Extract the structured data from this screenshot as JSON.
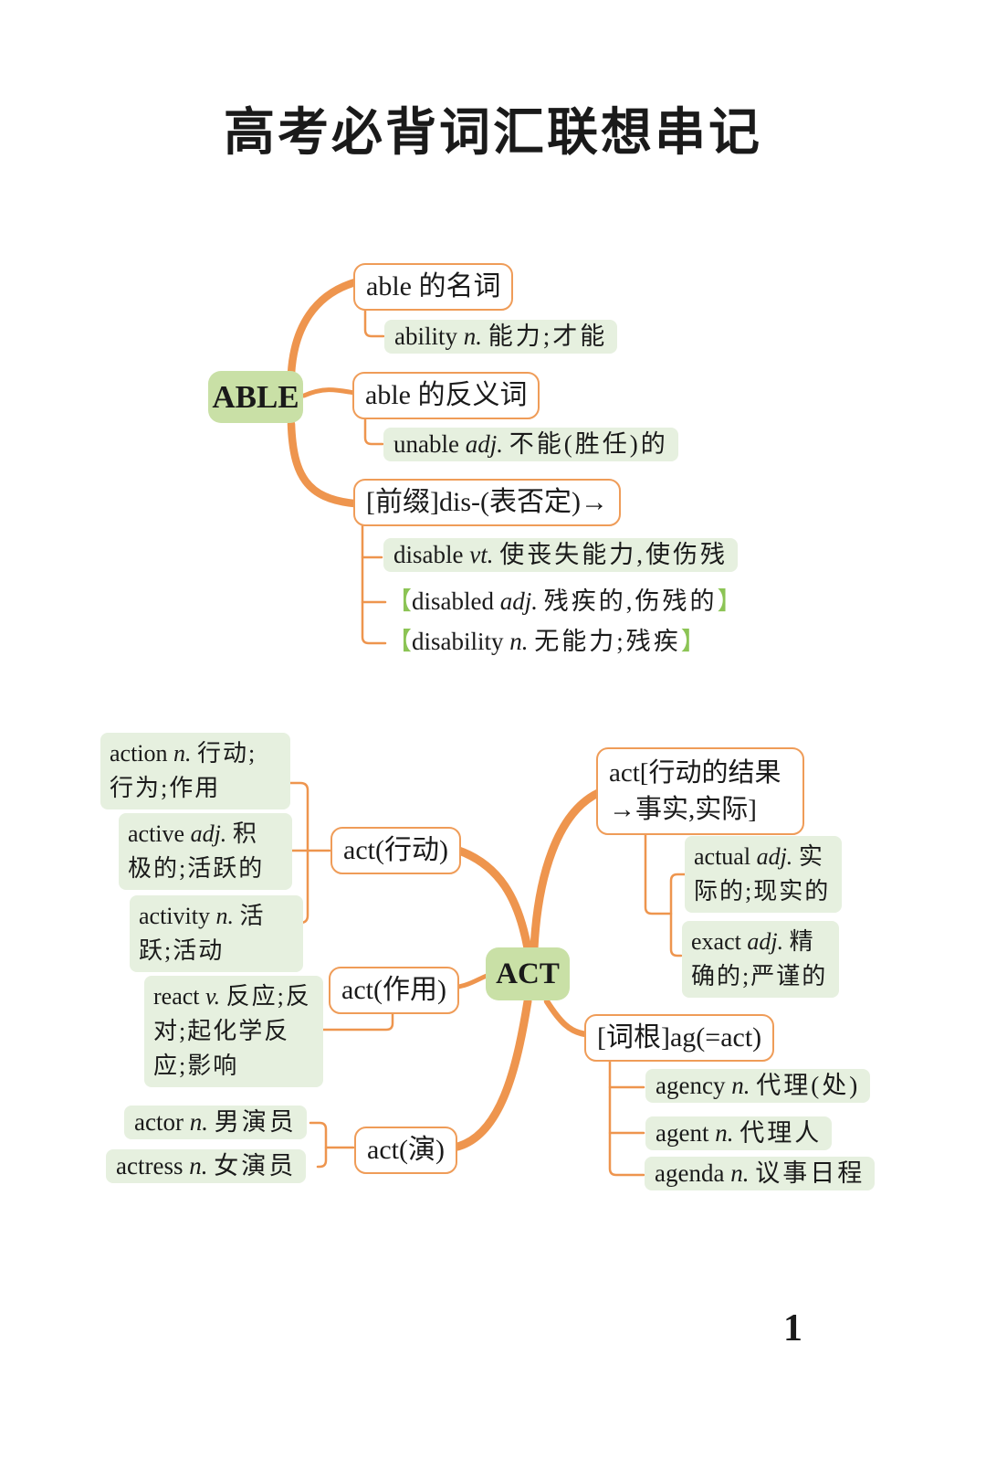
{
  "page": {
    "title": "高考必背词汇联想串记",
    "page_number": "1"
  },
  "colors": {
    "branch_orange": "#ee954e",
    "box_border_orange": "#ef9c58",
    "node_green": "#c9e0a6",
    "leaf_green": "#e6f0df",
    "bracket_green": "#8cc455",
    "text": "#1a1a1a"
  },
  "able": {
    "root": "ABLE",
    "branch_noun": {
      "label": "able 的名词"
    },
    "ability": {
      "word": "ability",
      "pos": "n.",
      "meaning": "能力;才能"
    },
    "branch_ant": {
      "label": "able 的反义词"
    },
    "unable": {
      "word": "unable",
      "pos": "adj.",
      "meaning": "不能(胜任)的"
    },
    "branch_prefix": {
      "label": "[前缀]dis-(表否定)→"
    },
    "disable": {
      "word": "disable",
      "pos": "vt.",
      "meaning": "使丧失能力,使伤残"
    },
    "disabled": {
      "open": "【",
      "word": "disabled",
      "pos": "adj.",
      "meaning": "残疾的,伤残的",
      "close": "】"
    },
    "disability": {
      "open": "【",
      "word": "disability",
      "pos": "n.",
      "meaning": "无能力;残疾",
      "close": "】"
    }
  },
  "act": {
    "root": "ACT",
    "branch_xingdong": {
      "label": "act(行动)"
    },
    "action": {
      "word": "action",
      "pos": "n.",
      "meaning": "行动;行为;作用"
    },
    "active": {
      "word": "active",
      "pos": "adj.",
      "meaning": "积极的;活跃的"
    },
    "activity": {
      "word": "activity",
      "pos": "n.",
      "meaning": "活跃;活动"
    },
    "branch_zuoyong": {
      "label": "act(作用)"
    },
    "react": {
      "word": "react",
      "pos": "v.",
      "meaning": "反应;反对;起化学反应;影响"
    },
    "branch_yan": {
      "label": "act(演)"
    },
    "actor": {
      "word": "actor",
      "pos": "n.",
      "meaning": "男演员"
    },
    "actress": {
      "word": "actress",
      "pos": "n.",
      "meaning": "女演员"
    },
    "branch_result": {
      "label": "act[行动的结果→事实,实际]"
    },
    "actual": {
      "word": "actual",
      "pos": "adj.",
      "meaning": "实际的;现实的"
    },
    "exact": {
      "word": "exact",
      "pos": "adj.",
      "meaning": "精确的;严谨的"
    },
    "branch_root": {
      "label": "[词根]ag(=act)"
    },
    "agency": {
      "word": "agency",
      "pos": "n.",
      "meaning": "代理(处)"
    },
    "agent": {
      "word": "agent",
      "pos": "n.",
      "meaning": "代理人"
    },
    "agenda": {
      "word": "agenda",
      "pos": "n.",
      "meaning": "议事日程"
    }
  }
}
